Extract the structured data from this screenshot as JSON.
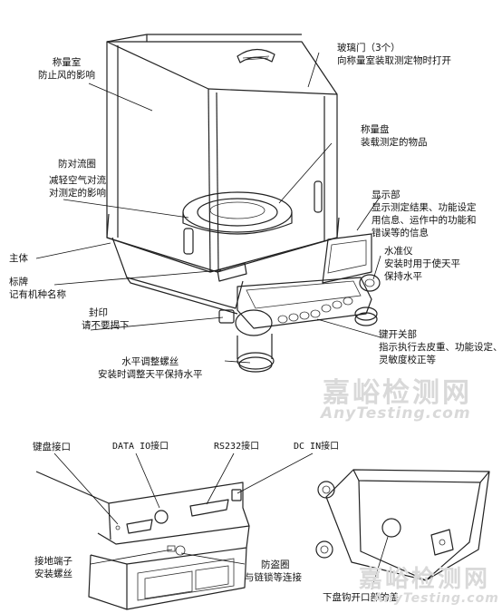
{
  "labels": {
    "chamber": [
      "称量室",
      "防止风的影响"
    ],
    "glass_door": [
      "玻璃门（3个）",
      "向称量室装取测定物时打开"
    ],
    "pan": [
      "称量盘",
      "装载测定的物品"
    ],
    "draft_ring": [
      "防对流圈",
      "减轻空气对流",
      "对测定的影响"
    ],
    "display": [
      "显示部",
      "显示测定结果、功能设定",
      "用信息、运作中的功能和",
      "错误等的信息"
    ],
    "body": [
      "主体"
    ],
    "level": [
      "水准仪",
      "安装时用于使天平",
      "保持水平"
    ],
    "nameplate": [
      "标牌",
      "记有机种名称"
    ],
    "seal": [
      "封印",
      "请不要揭下"
    ],
    "keys": [
      "键开关部",
      "指示执行去皮重、功能设定、",
      "灵敏度校正等"
    ],
    "leveling_screw": [
      "水平调整螺丝",
      "安装时调整天平保持水平"
    ],
    "keyboard_port": [
      "键盘接口"
    ],
    "data_io": [
      "DATA IO接口"
    ],
    "rs232": [
      "RS232接口"
    ],
    "dc_in": [
      "DC IN接口"
    ],
    "ground": [
      "接地端子",
      "安装螺丝"
    ],
    "antitheft": [
      "防盗圈",
      "与链锁等连接"
    ],
    "hook_cover": [
      "下盘钩开口部的盖"
    ]
  },
  "watermark": {
    "cn": "嘉峪检测网",
    "en": "AnyTesting.com"
  }
}
